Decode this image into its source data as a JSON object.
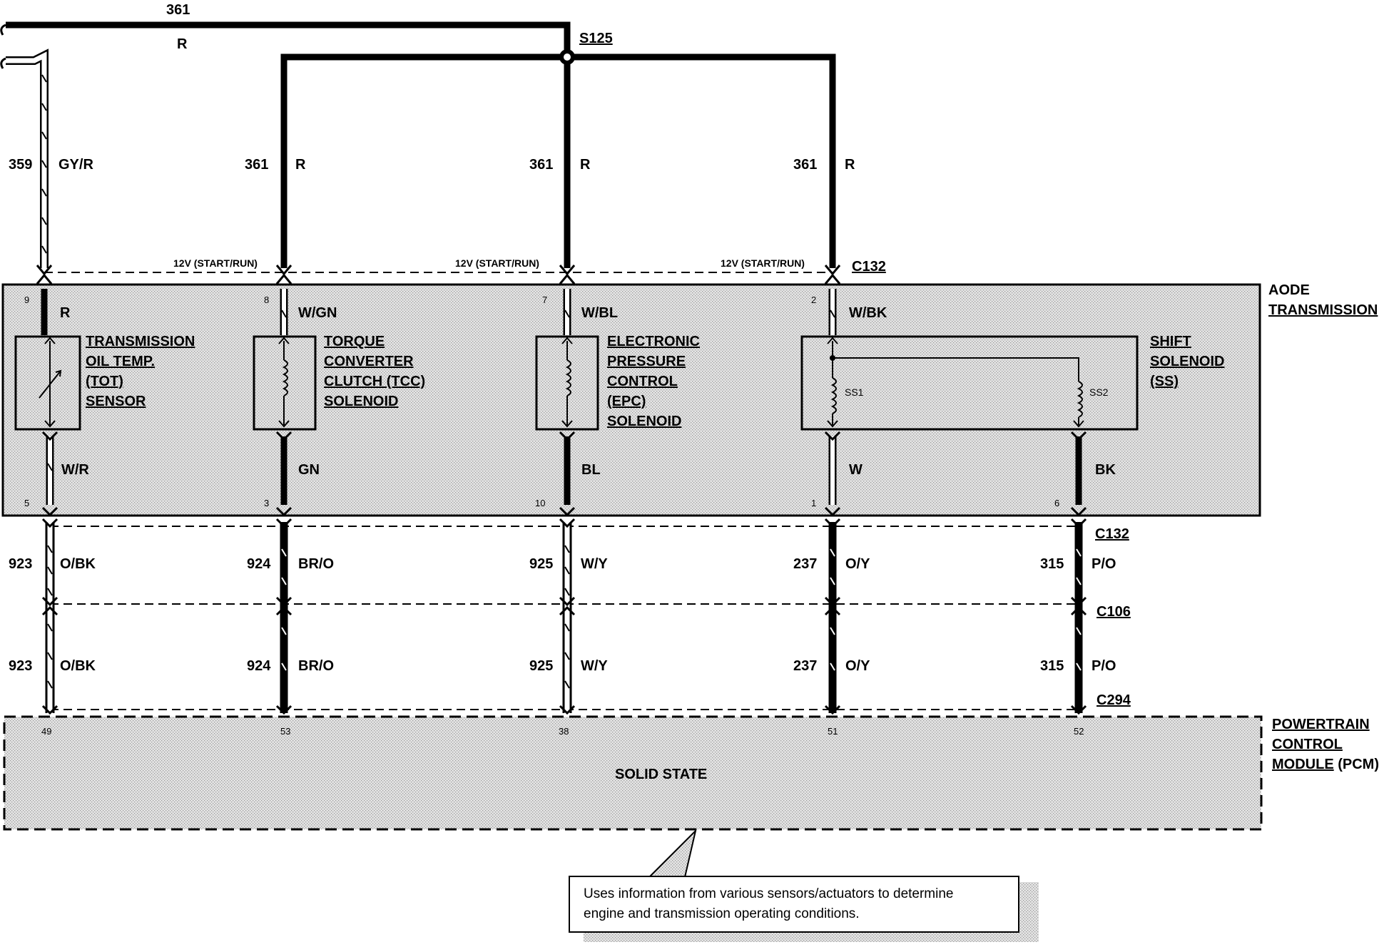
{
  "top_wire": {
    "circuit": "361",
    "color": "R"
  },
  "splice": "S125",
  "feed_wires": [
    {
      "circuit": "359",
      "color": "GY/R"
    },
    {
      "circuit": "361",
      "color": "R"
    },
    {
      "circuit": "361",
      "color": "R"
    },
    {
      "circuit": "361",
      "color": "R"
    }
  ],
  "power_labels": [
    "12V (START/RUN)",
    "12V (START/RUN)",
    "12V (START/RUN)"
  ],
  "connectors": {
    "c132": "C132",
    "c106": "C106",
    "c294": "C294"
  },
  "transmission": {
    "title_line1": "AODE",
    "title_line2": "TRANSMISSION",
    "top_pins": [
      {
        "pin": "9",
        "color": "R"
      },
      {
        "pin": "8",
        "color": "W/GN"
      },
      {
        "pin": "7",
        "color": "W/BL"
      },
      {
        "pin": "2",
        "color": "W/BK"
      }
    ],
    "bottom_pins": [
      {
        "pin": "5",
        "color": "W/R"
      },
      {
        "pin": "3",
        "color": "GN"
      },
      {
        "pin": "10",
        "color": "BL"
      },
      {
        "pin": "1",
        "color": "W"
      },
      {
        "pin": "6",
        "color": "BK"
      }
    ],
    "components": {
      "tot": [
        "TRANSMISSION",
        "OIL TEMP.",
        "(TOT)",
        "SENSOR"
      ],
      "tcc": [
        "TORQUE",
        "CONVERTER",
        "CLUTCH (TCC)",
        "SOLENOID"
      ],
      "epc": [
        "ELECTRONIC",
        "PRESSURE",
        "CONTROL",
        "(EPC)",
        "SOLENOID"
      ],
      "ss": [
        "SHIFT",
        "SOLENOID",
        "(SS)"
      ],
      "ss1": "SS1",
      "ss2": "SS2"
    }
  },
  "lower_wires": [
    {
      "circuit": "923",
      "color": "O/BK"
    },
    {
      "circuit": "924",
      "color": "BR/O"
    },
    {
      "circuit": "925",
      "color": "W/Y"
    },
    {
      "circuit": "237",
      "color": "O/Y"
    },
    {
      "circuit": "315",
      "color": "P/O"
    }
  ],
  "pcm": {
    "title_line1": "POWERTRAIN",
    "title_line2": "CONTROL",
    "title_line3a": "MODULE",
    "title_line3b": " (PCM)",
    "pins": [
      "49",
      "53",
      "38",
      "51",
      "52"
    ],
    "body": "SOLID STATE"
  },
  "note": {
    "line1": "Uses information from various sensors/actuators to determine",
    "line2": "engine and transmission operating conditions."
  }
}
